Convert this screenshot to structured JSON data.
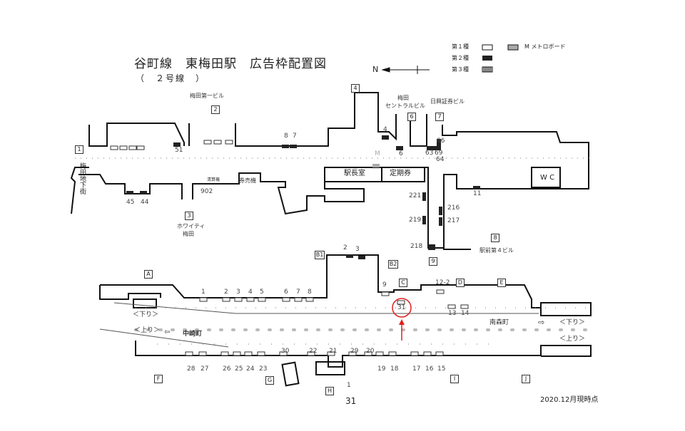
{
  "title": "谷町線　東梅田駅　広告枠配置図",
  "subtitle": "（　２号線　）",
  "legend": {
    "type1": "第１種",
    "type2": "第２種",
    "type3": "第３種",
    "metro": "M メトロボード"
  },
  "north": "N",
  "upper": {
    "exits": [
      "1",
      "2",
      "3",
      "4",
      "6",
      "7",
      "8",
      "9"
    ],
    "places": {
      "umeda_daiichi": "梅田第一ビル",
      "umeda": "梅田",
      "central": "セントラルビル",
      "nikko": "日興証券ビル",
      "chikagai": "梅田地下街",
      "whity": "ホワイティ",
      "whity2": "梅田",
      "ekimae4": "駅前第４ビル"
    },
    "rooms": {
      "station_master": "駅長室",
      "pass": "定期券",
      "wc": "W C",
      "ticket": "券売機",
      "fare": "清算機"
    },
    "numbers": [
      "8",
      "7",
      "51",
      "4",
      "6",
      "63",
      "69",
      "66",
      "64",
      "M",
      "45",
      "44",
      "902",
      "221",
      "219",
      "218",
      "216",
      "217",
      "11"
    ]
  },
  "lower": {
    "exits": [
      "A",
      "B1",
      "B2",
      "C",
      "D",
      "E",
      "F",
      "G",
      "H",
      "I",
      "J"
    ],
    "top_numbers": [
      "1",
      "2",
      "3",
      "4",
      "5",
      "6",
      "7",
      "8",
      "9",
      "12-2",
      "2",
      "3",
      "31",
      "13",
      "14"
    ],
    "bottom_numbers": [
      "30",
      "22",
      "21",
      "29",
      "20",
      "28",
      "27",
      "26",
      "25",
      "24",
      "23",
      "19",
      "18",
      "17",
      "16",
      "15",
      "1"
    ],
    "directions": {
      "down": "＜下り＞",
      "up": "＜上り＞",
      "nakazaki": "中崎町",
      "minamimori": "南森町"
    }
  },
  "footer": {
    "page": "31",
    "date": "2020.12月現時点"
  },
  "colors": {
    "highlight": "#e02020",
    "line": "#111111"
  }
}
